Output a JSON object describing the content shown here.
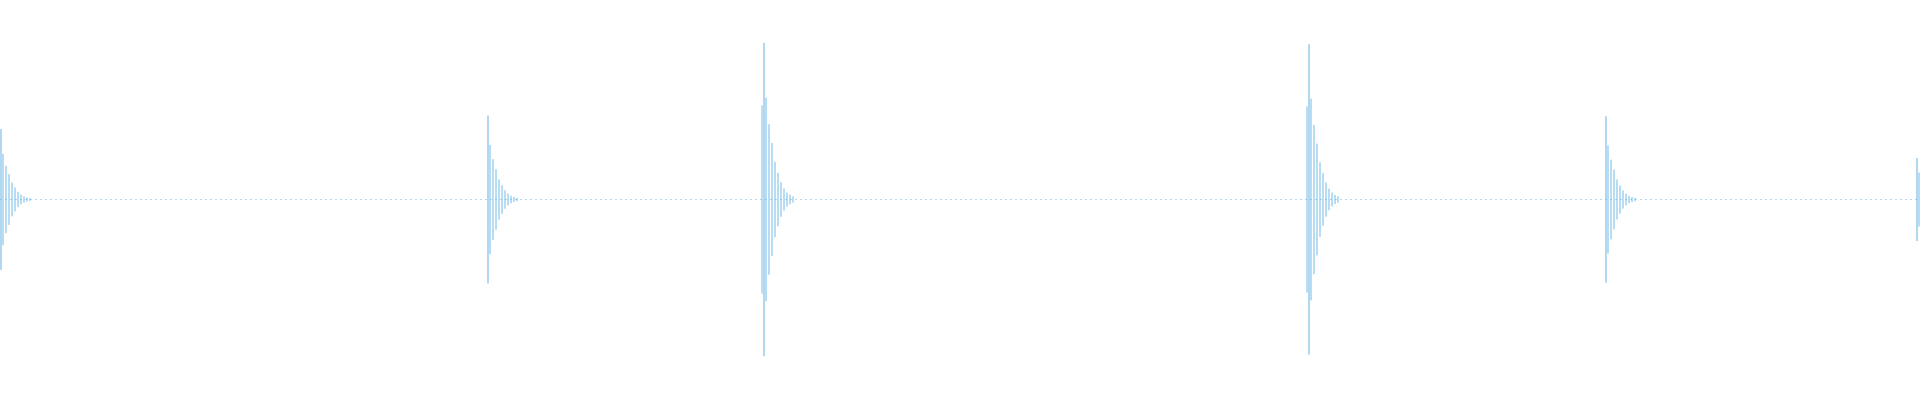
{
  "waveform": {
    "color": "#5aace0",
    "background": "#ffffff",
    "peaks": [
      {
        "time_fraction": 0.0,
        "amplitude": 0.88
      },
      {
        "time_fraction": 0.254,
        "amplitude": 1.05
      },
      {
        "time_fraction": 0.398,
        "amplitude": 1.96
      },
      {
        "time_fraction": 0.682,
        "amplitude": 1.94
      },
      {
        "time_fraction": 0.837,
        "amplitude": 1.04
      },
      {
        "time_fraction": 0.999,
        "amplitude": 0.52
      }
    ]
  }
}
